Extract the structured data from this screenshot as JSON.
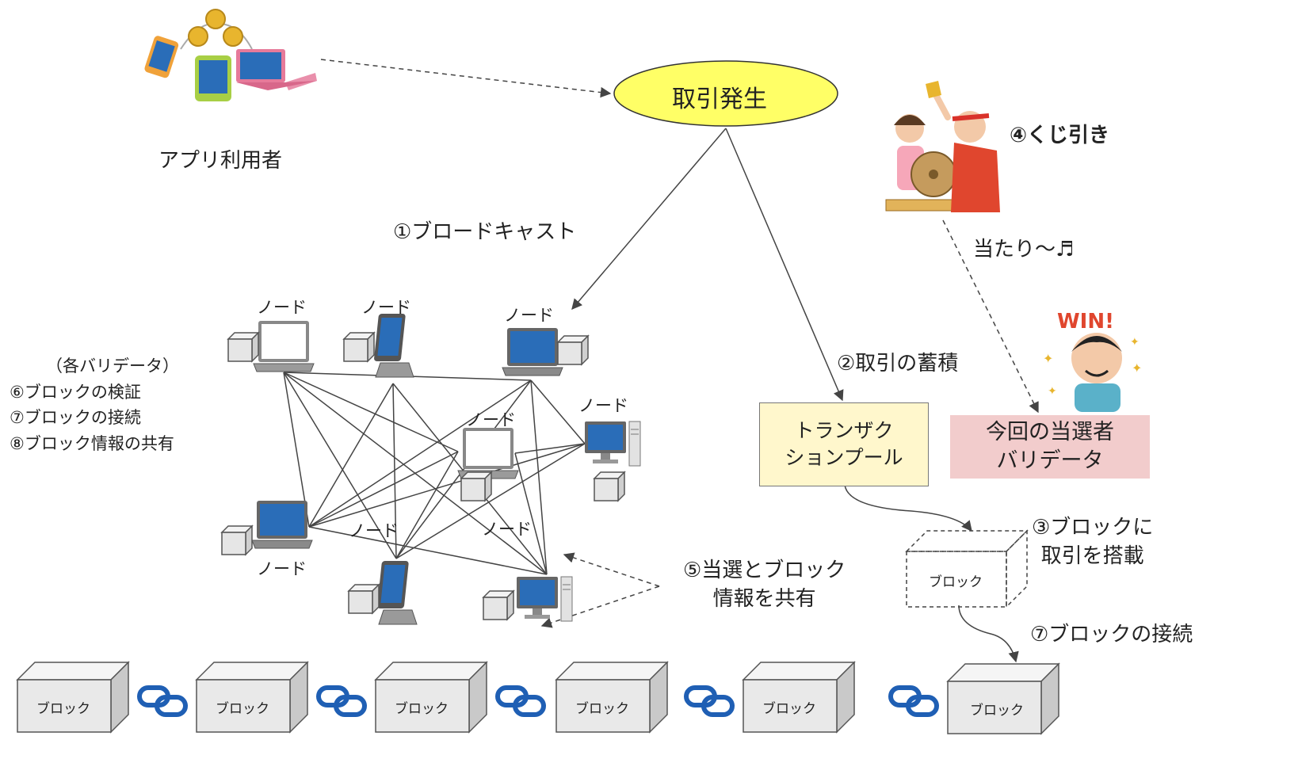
{
  "event": {
    "label": "取引発生",
    "fill": "#ffff66"
  },
  "user": {
    "label": "アプリ利用者"
  },
  "steps": {
    "broadcast": "①ブロードキャスト",
    "accumulate": "②取引の蓄積",
    "load": [
      "③ブロックに",
      "取引を搭載"
    ],
    "lottery": "④くじ引き",
    "share": [
      "⑤当選とブロック",
      "情報を共有"
    ],
    "connect": "⑦ブロックの接続",
    "validators": [
      "（各バリデータ）",
      "⑥ブロックの検証",
      "⑦ブロックの接続",
      "⑧ブロック情報の共有"
    ]
  },
  "hit": "当たり〜♬",
  "win_badge": "WIN!",
  "pool": {
    "lines": [
      "トランザク",
      "ションプール"
    ],
    "fill": "#fff7cc"
  },
  "winner": {
    "lines": [
      "今回の当選者",
      "バリデータ"
    ],
    "fill": "#f2cccc"
  },
  "node_label": "ノード",
  "nodes": [
    "ノード",
    "ノード",
    "ノード",
    "ノード",
    "ノード",
    "ノード",
    "ノード",
    "ノード"
  ],
  "new_block": "ブロック",
  "chain": [
    "ブロック",
    "ブロック",
    "ブロック",
    "ブロック",
    "ブロック",
    "ブロック"
  ],
  "colors": {
    "chain_link": "#1f5fb4",
    "screen": "#2a6db8",
    "laptop_pink": "#e67a9a",
    "arrow": "#444444"
  }
}
